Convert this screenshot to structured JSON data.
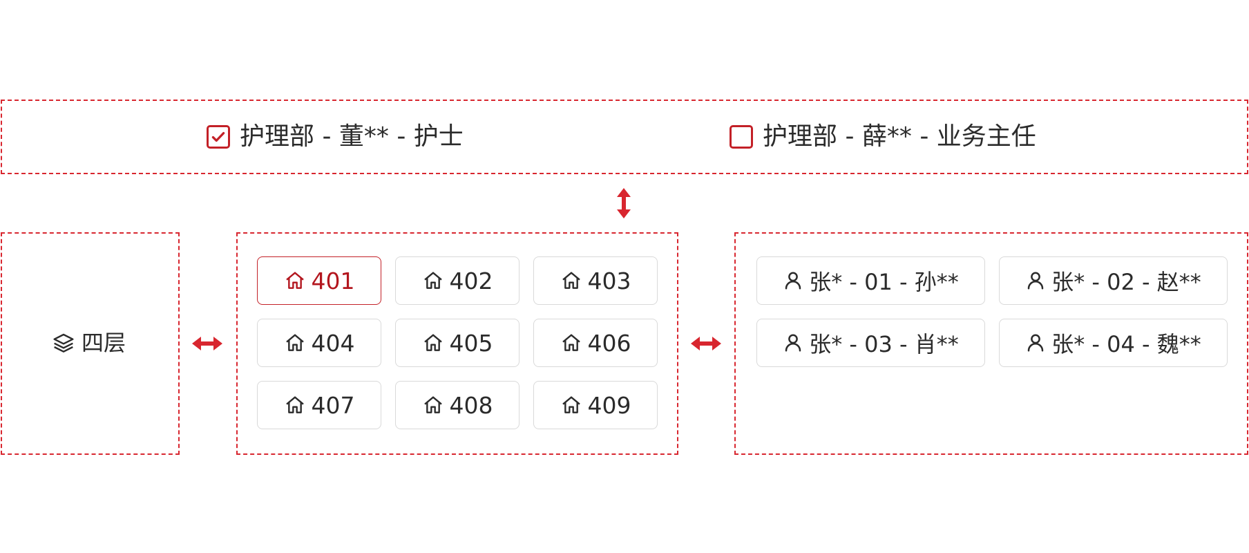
{
  "staff": [
    {
      "label": "护理部 - 董** - 护士",
      "checked": true
    },
    {
      "label": "护理部 - 薛** - 业务主任",
      "checked": false
    }
  ],
  "floor": {
    "label": "四层",
    "icon": "layers-icon"
  },
  "rooms": [
    {
      "label": "401",
      "selected": true
    },
    {
      "label": "402",
      "selected": false
    },
    {
      "label": "403",
      "selected": false
    },
    {
      "label": "404",
      "selected": false
    },
    {
      "label": "405",
      "selected": false
    },
    {
      "label": "406",
      "selected": false
    },
    {
      "label": "407",
      "selected": false
    },
    {
      "label": "408",
      "selected": false
    },
    {
      "label": "409",
      "selected": false
    }
  ],
  "residents": [
    {
      "label": "张* - 01 - 孙**"
    },
    {
      "label": "张* - 02 - 赵**"
    },
    {
      "label": "张* - 03 - 肖**"
    },
    {
      "label": "张* - 04 - 魏**"
    }
  ],
  "colors": {
    "accent": "#d8262f",
    "selected_text": "#b3161e",
    "button_border": "#d9d9d9",
    "text": "#2b2b2b"
  }
}
